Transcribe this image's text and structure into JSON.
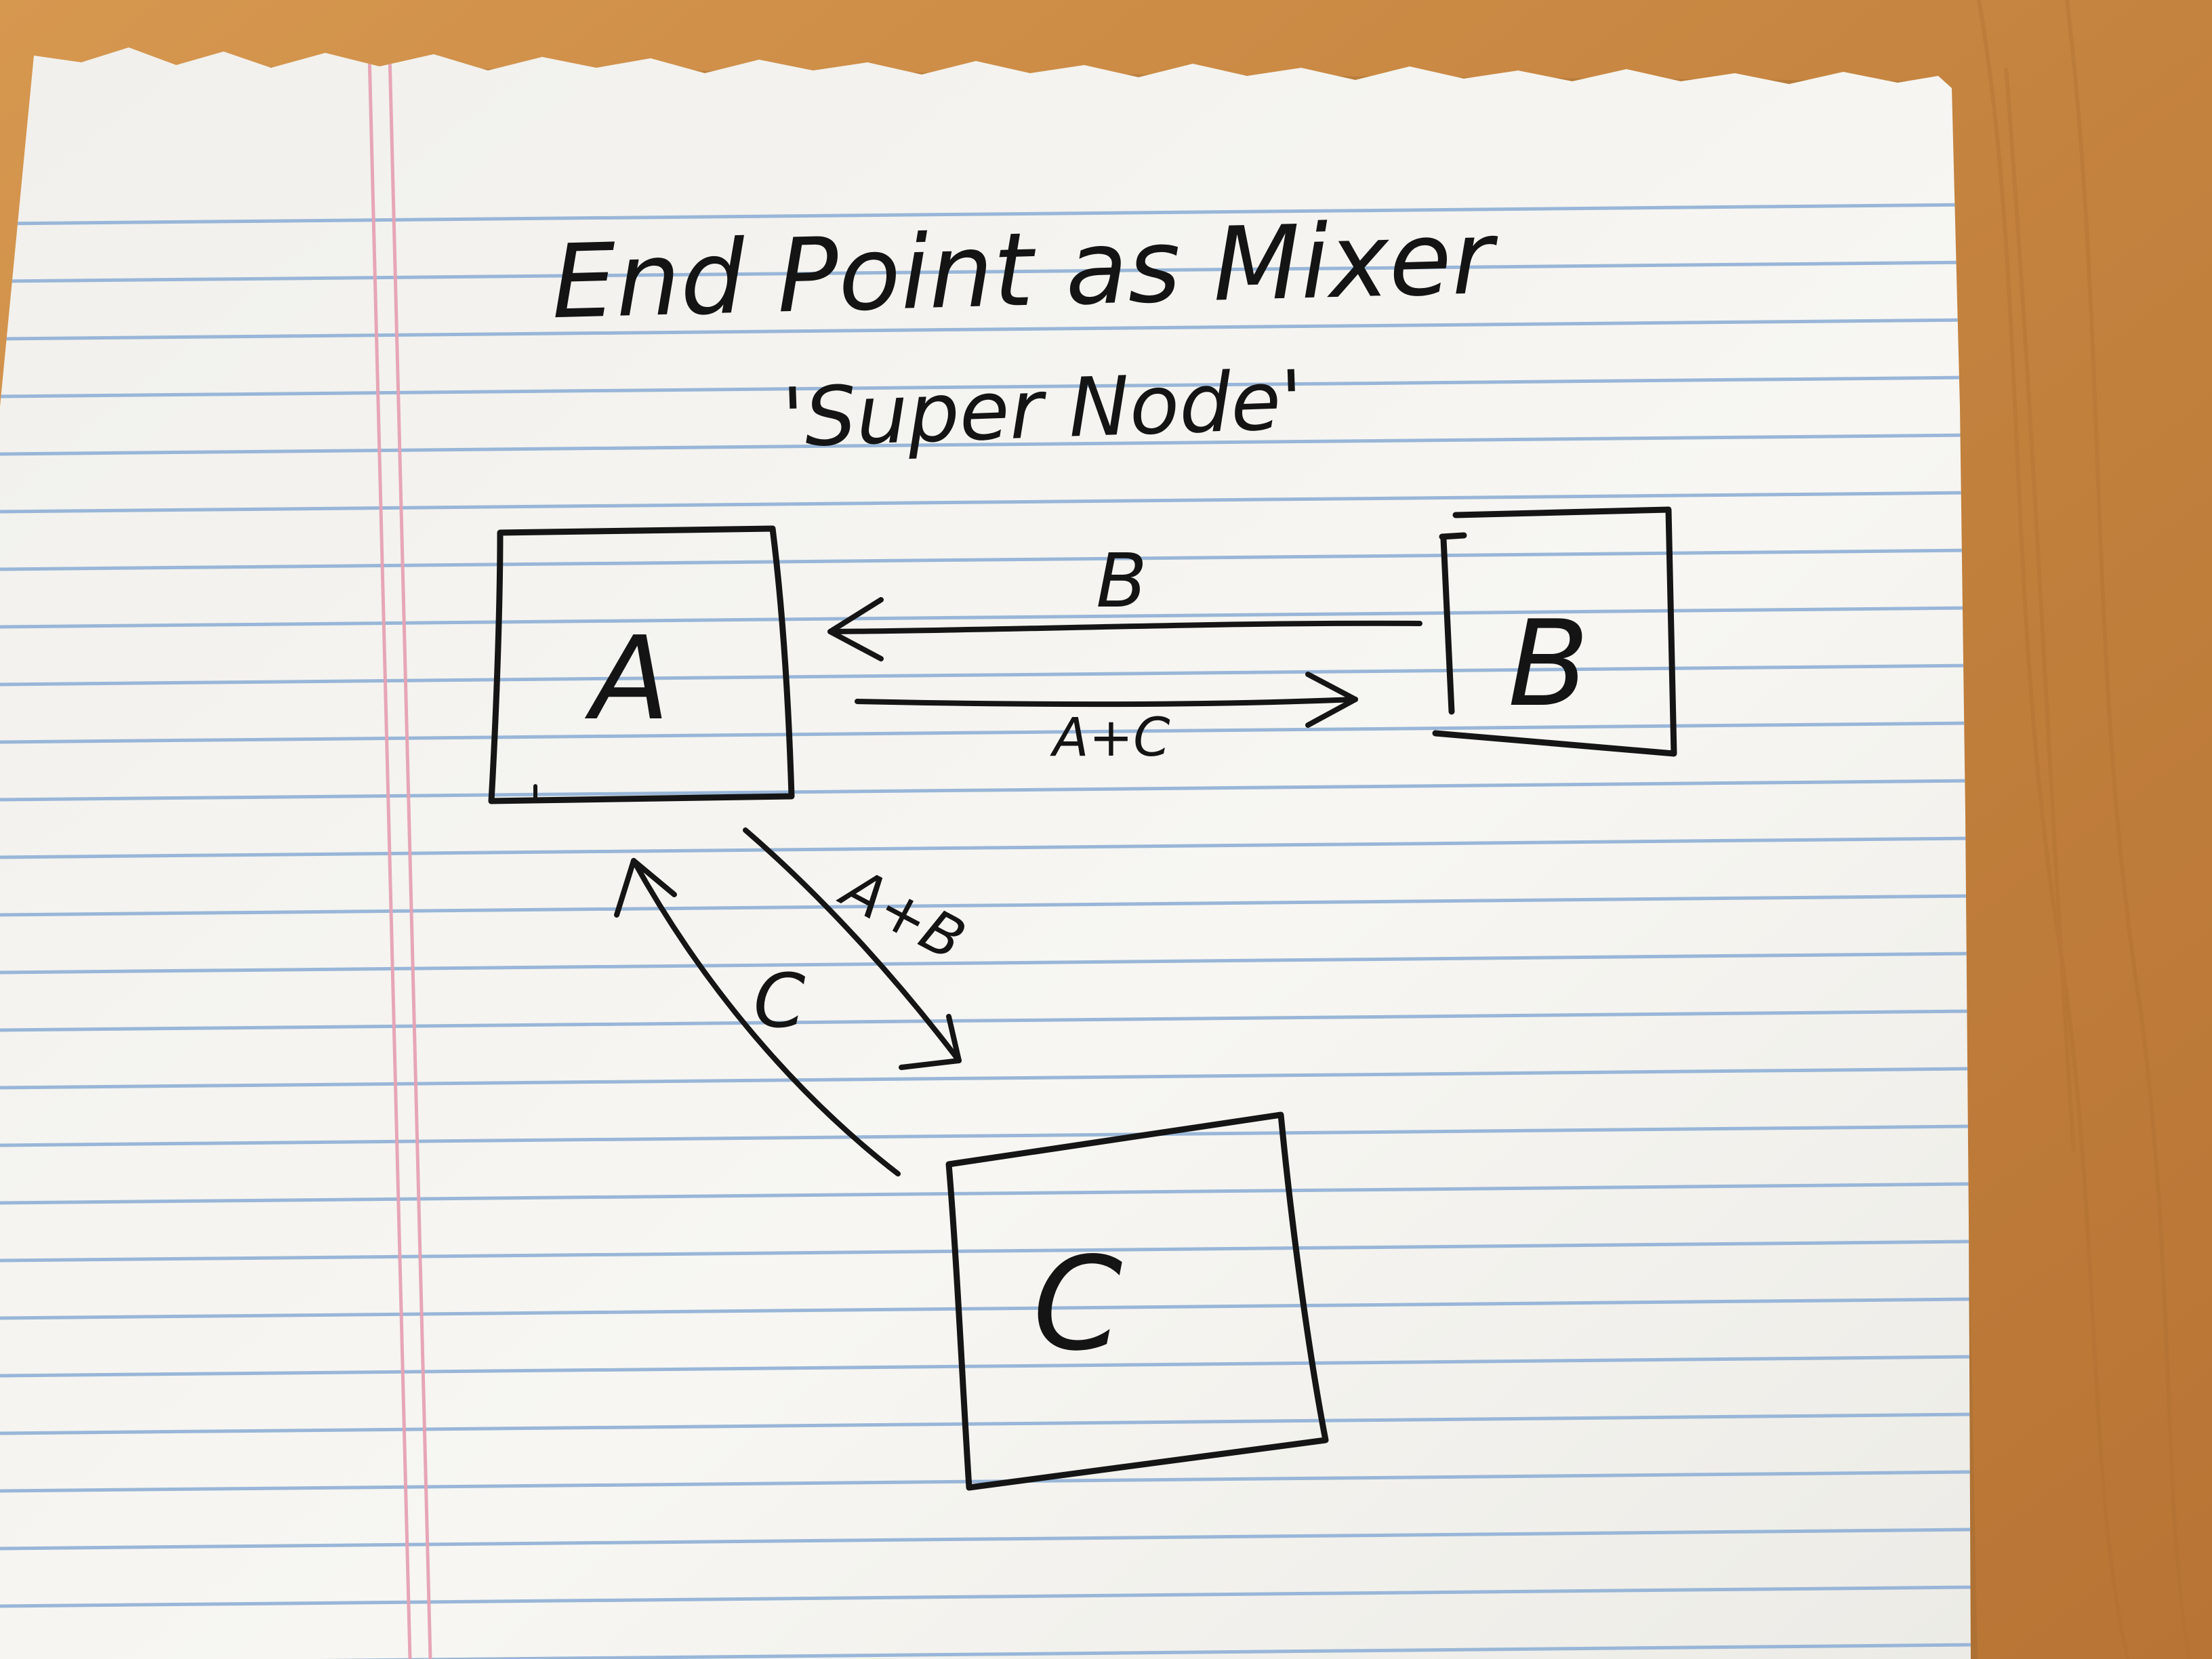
{
  "colors": {
    "desk": "#c98a45",
    "desk_grain": "#b77a3a",
    "paper": "#f4f3ef",
    "paper_shadow": "#9c6a32",
    "rule_line": "#8fb0d6",
    "margin_line": "#e6a2b4",
    "ink": "#151515"
  },
  "diagram": {
    "title": "End Point as Mixer",
    "subtitle": "'Super Node'",
    "nodes": [
      {
        "id": "A",
        "label": "A"
      },
      {
        "id": "B",
        "label": "B"
      },
      {
        "id": "C",
        "label": "C"
      }
    ],
    "edges": [
      {
        "from": "B",
        "to": "A",
        "label": "B"
      },
      {
        "from": "A",
        "to": "B",
        "label": "A+C"
      },
      {
        "from": "A",
        "to": "C",
        "label": "A+B"
      },
      {
        "from": "C",
        "to": "A",
        "label": "C"
      }
    ]
  }
}
